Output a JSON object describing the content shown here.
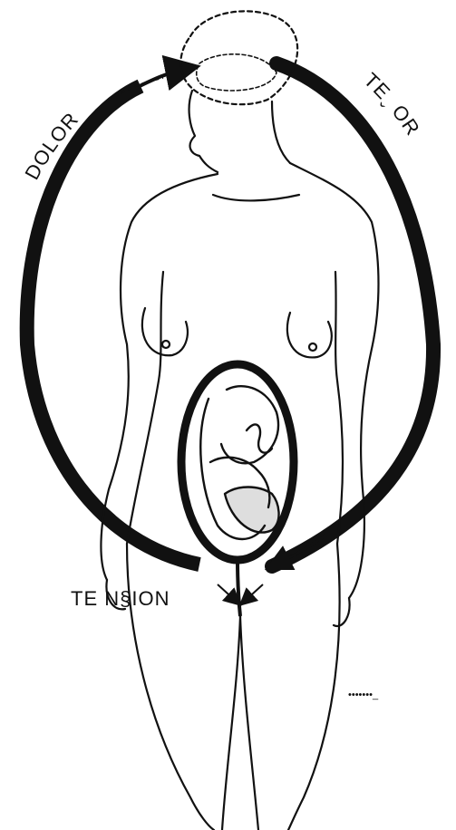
{
  "labels": {
    "dolor": "DOLOR",
    "temor": "TEˬ OR",
    "tension": "TE N§ION",
    "signature": "•••••••_"
  },
  "cycle_order": [
    "TEMOR",
    "TENSION",
    "DOLOR"
  ],
  "colors": {
    "ink": "#111111",
    "background": "#ffffff"
  }
}
